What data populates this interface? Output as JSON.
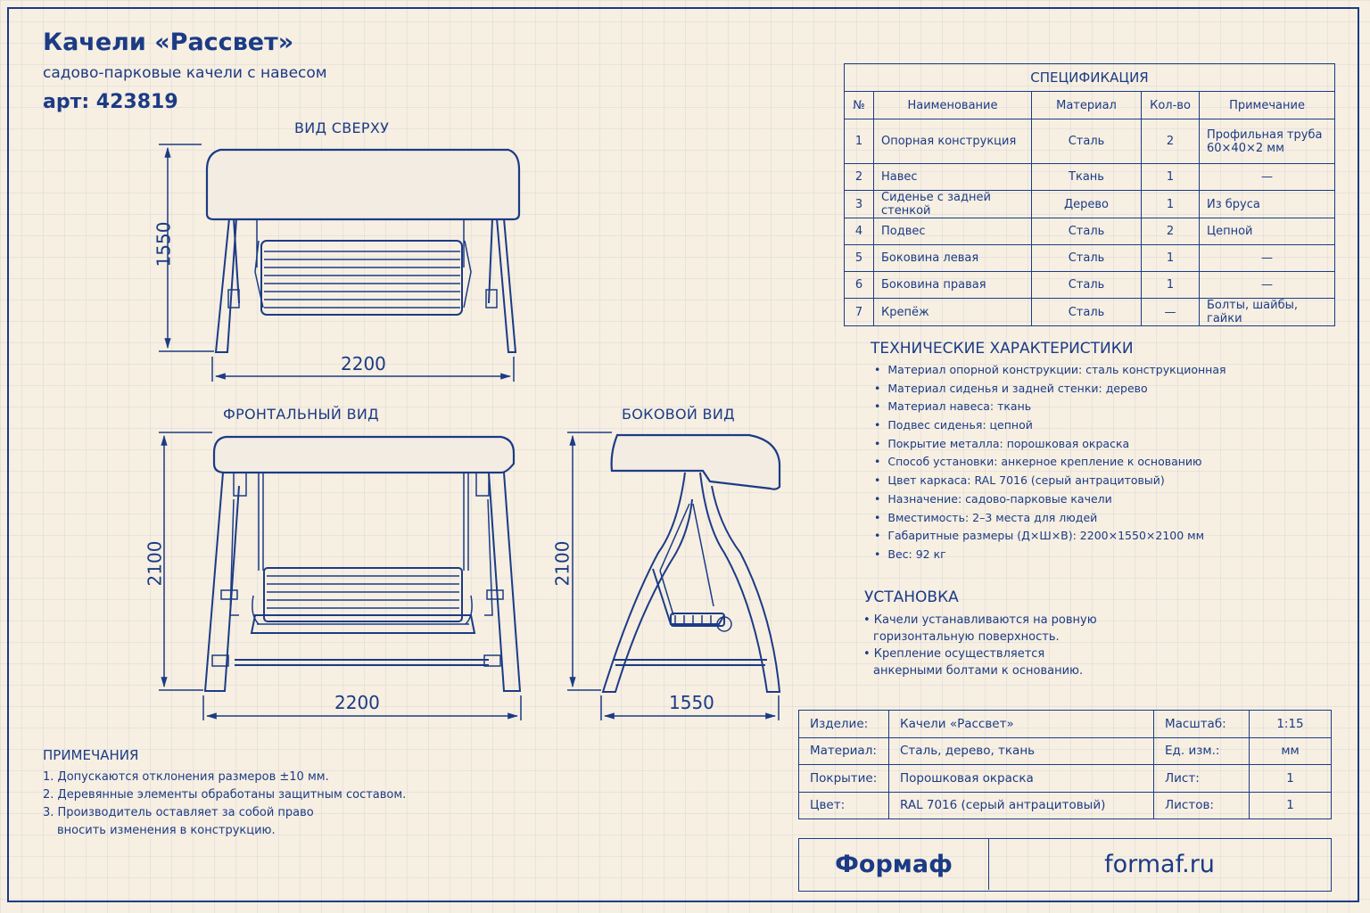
{
  "header": {
    "title": "Качели «Рассвет»",
    "subtitle": "садово-парковые качели с навесом",
    "article": "арт: 423819"
  },
  "views": {
    "top": {
      "label": "ВИД СВЕРХУ",
      "width": "2200",
      "depth": "1550"
    },
    "front": {
      "label": "ФРОНТАЛЬНЫЙ ВИД",
      "width": "2200",
      "height": "2100"
    },
    "side": {
      "label": "БОКОВОЙ ВИД",
      "depth": "1550",
      "height": "2100"
    }
  },
  "spec": {
    "caption": "СПЕЦИФИКАЦИЯ",
    "columns": [
      "№",
      "Наименование",
      "Материал",
      "Кол-во",
      "Примечание"
    ],
    "rows": [
      [
        "1",
        "Опорная конструкция",
        "Сталь",
        "2",
        "Профильная труба 60×40×2 мм"
      ],
      [
        "2",
        "Навес",
        "Ткань",
        "1",
        "—"
      ],
      [
        "3",
        "Сиденье с задней стенкой",
        "Дерево",
        "1",
        "Из бруса"
      ],
      [
        "4",
        "Подвес",
        "Сталь",
        "2",
        "Цепной"
      ],
      [
        "5",
        "Боковина левая",
        "Сталь",
        "1",
        "—"
      ],
      [
        "6",
        "Боковина правая",
        "Сталь",
        "1",
        "—"
      ],
      [
        "7",
        "Крепёж",
        "Сталь",
        "—",
        "Болты, шайбы, гайки"
      ]
    ]
  },
  "tech": {
    "heading": "ТЕХНИЧЕСКИЕ ХАРАКТЕРИСТИКИ",
    "items": [
      "Материал опорной конструкции: сталь конструкционная",
      "Материал сиденья и задней стенки: дерево",
      "Материал навеса: ткань",
      "Подвес сиденья: цепной",
      "Покрытие металла: порошковая окраска",
      "Способ установки: анкерное крепление к основанию",
      "Цвет каркаса: RAL 7016 (серый антрацитовый)",
      "Назначение: садово-парковые качели",
      "Вместимость: 2–3 места для людей",
      "Габаритные размеры (Д×Ш×В): 2200×1550×2100 мм",
      "Вес: 92 кг"
    ]
  },
  "install": {
    "heading": "УСТАНОВКА",
    "item1_line1": "• Качели устанавливаются на ровную",
    "item1_line2": "горизонтальную поверхность.",
    "item2_line1": "• Крепление осуществляется",
    "item2_line2": "анкерными болтами к основанию."
  },
  "notes": {
    "heading": "ПРИМЕЧАНИЯ",
    "line1": "1.  Допускаются отклонения размеров ±10 мм.",
    "line2": "2.  Деревянные элементы обработаны защитным составом.",
    "line3": "3.  Производитель оставляет за собой право",
    "line4": "внoсить изменения в конструкцию."
  },
  "title_block": {
    "rows": [
      [
        "Изделие:",
        "Качели «Рассвет»",
        "Масштаб:",
        "1:15"
      ],
      [
        "Материал:",
        "Сталь, дерево, ткань",
        "Ед. изм.:",
        "мм"
      ],
      [
        "Покрытие:",
        "Порошковая окраска",
        "Лист:",
        "1"
      ],
      [
        "Цвет:",
        "RAL 7016 (серый антрацитовый)",
        "Листов:",
        "1"
      ]
    ],
    "brand": "Формаф",
    "site": "formaf.ru"
  },
  "colors": {
    "ink": "#1c3b85",
    "paper": "#f6efe2"
  }
}
